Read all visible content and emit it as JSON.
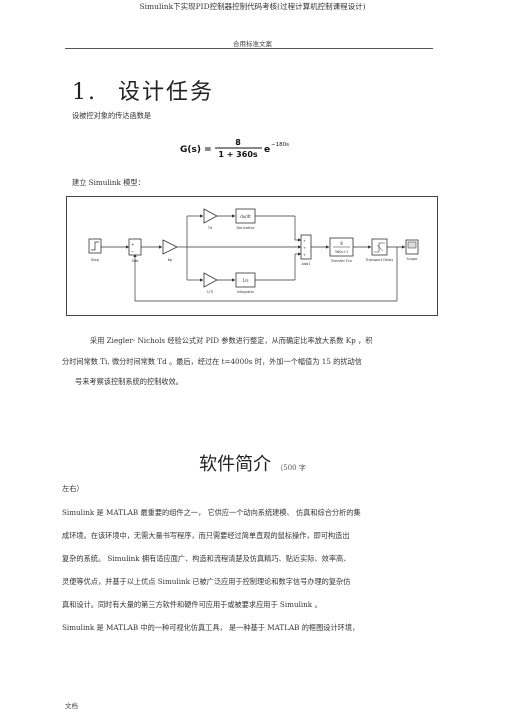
{
  "doc": {
    "running_header": "Simulink下实现PID控制器控制代码考核(过程计算机控制课程设计)",
    "sub_header": "合用标准文案",
    "footer": "文档"
  },
  "section1": {
    "number": "1.",
    "title": "设计任务",
    "intro": "设被控对象的传达函数是",
    "formula": {
      "lhs": "G(s) =",
      "numerator": "8",
      "denominator": "1 + 360s",
      "exp": "e",
      "exp_power": "−180s"
    },
    "model_intro": "建立 Simulink 模型：",
    "para": [
      "采用 Ziegler- Nichols      经验公式对    PID 参数进行整定，从而确定比率放大系数         Kp ，积",
      "分时间常数         Ti, 微分时间常数         Td 。最后，经过在   t=4000s      时，外加一个幅值为   15 的扰动信",
      "号来考察该控制系统的控制收效。"
    ]
  },
  "diagram": {
    "blocks": {
      "step": "Step",
      "sum1": "Sub",
      "kp": "Kp",
      "td": "Td",
      "derivative": "Derivative",
      "derivative_sym": "du/dt",
      "ti": "1/Ti",
      "integrator": "Integrator",
      "integrator_sym": "1/s",
      "sum2": "Add1",
      "tf": "Transfer Fcn",
      "tf_num": "8",
      "tf_den": "360s+1",
      "delay": "Transport Delay",
      "scope": "Scope"
    }
  },
  "section2": {
    "title": "软件简介",
    "title_note": "（500       字",
    "note_cont": "左右）",
    "para": [
      "Simulink   是 MATLAB    最重要的组件之一，   它供应一个动向系统建模、    仿真和综合分析的集",
      "成环境。在该环境中，无需大量书写程序，而只需要经过简单直观的鼠标操作，即可构造出",
      "复杂的系统。   Simulink    拥有适应面广、构造和流程清楚及仿真精巧、贴近实际、效率高、",
      "灵便等优点，并基于以上优点        Simulink    已被广泛应用于控制理论和数字信号办理的复杂仿",
      "真和设计。同时有大量的第三方软件和硬件可应用于或被要求应用于              Simulink   。",
      "Simulink    是 MATLAB    中的一种可视化仿真工具，        是一种基于     MATLAB    的框图设计环境，"
    ]
  }
}
